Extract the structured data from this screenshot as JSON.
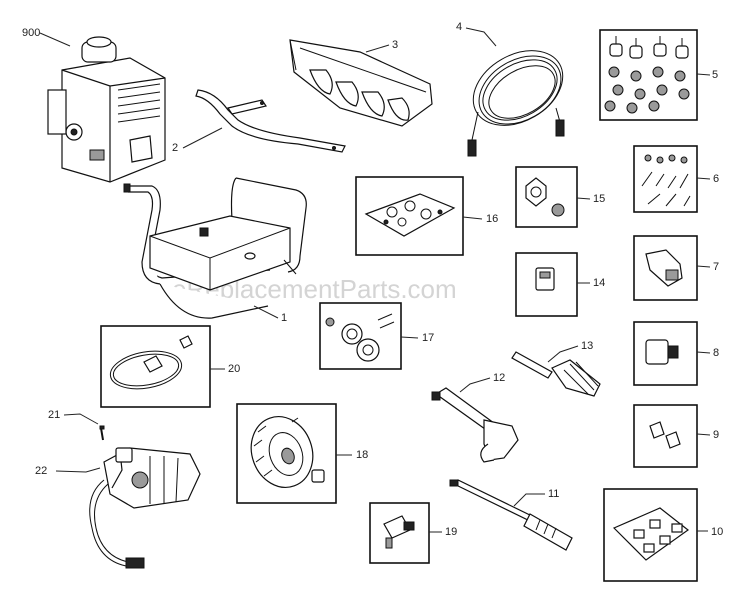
{
  "watermark": "eReplacementParts.com",
  "callouts": {
    "c900": "900",
    "c1": "1",
    "c2": "2",
    "c3": "3",
    "c4": "4",
    "c5": "5",
    "c6": "6",
    "c7": "7",
    "c8": "8",
    "c9": "9",
    "c10": "10",
    "c11": "11",
    "c12": "12",
    "c13": "13",
    "c14": "14",
    "c15": "15",
    "c16": "16",
    "c17": "17",
    "c18": "18",
    "c19": "19",
    "c20": "20",
    "c21": "21",
    "c22": "22"
  }
}
